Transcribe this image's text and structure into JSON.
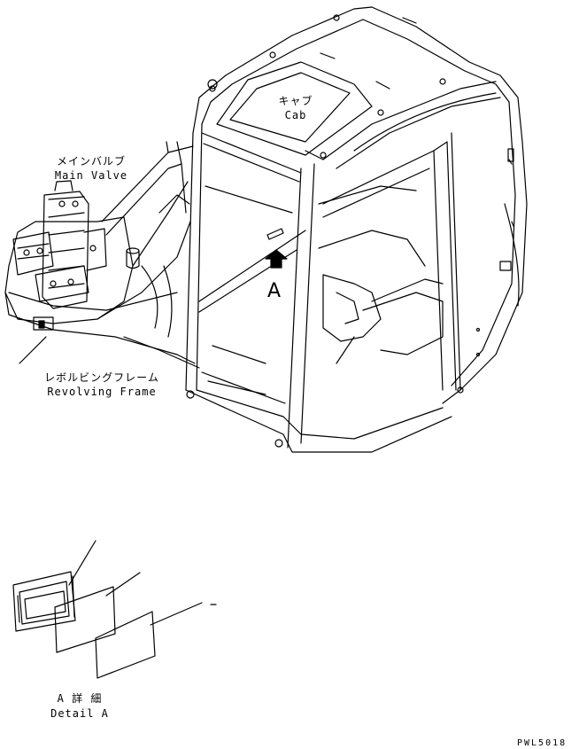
{
  "labels": {
    "cab_jp": "キャブ",
    "cab_en": "Cab",
    "main_valve_jp": "メインバルブ",
    "main_valve_en": "Main Valve",
    "frame_jp": "レボルビングフレーム",
    "frame_en": "Revolving Frame",
    "view_a": "A",
    "detail_jp": "A 詳 細",
    "detail_en": "Detail A",
    "drawing_no": "PWL5018"
  }
}
